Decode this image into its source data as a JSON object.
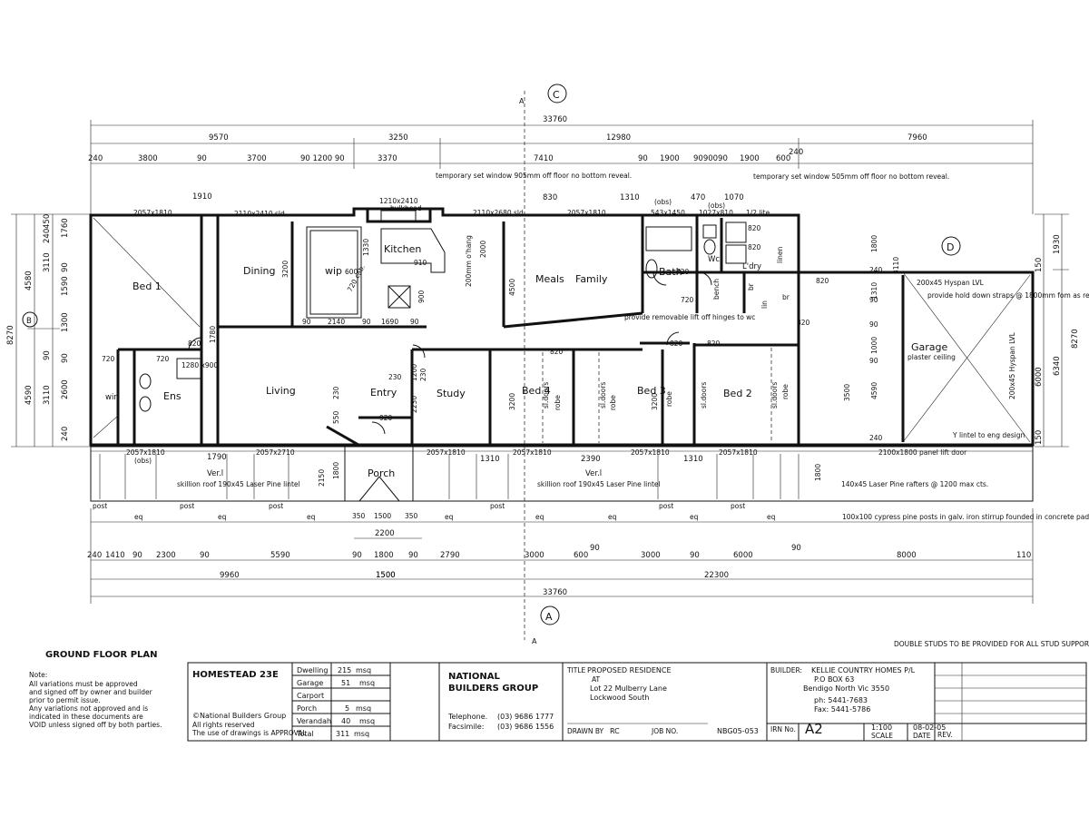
{
  "drawing_title": "GROUND FLOOR PLAN",
  "section_markers": {
    "c_top": "C",
    "a_bottom": "A",
    "a_letter_top": "A",
    "a_letter_bottom": "A",
    "d": "D",
    "b": "B"
  },
  "overall_dims": {
    "top_total": "33760",
    "top_row1": [
      "9570",
      "3250",
      "12980",
      "7960"
    ],
    "top_row2": [
      "240",
      "3800",
      "90",
      "3700",
      "90 1200 90",
      "3370",
      "7410",
      "90",
      "1900",
      "9090090",
      "1900",
      "600",
      "240"
    ],
    "bottom_row1": [
      "240",
      "1410",
      "90",
      "2300",
      "90",
      "5590",
      "90",
      "1800",
      "90",
      "2790",
      "3000",
      "600",
      "90",
      "3000",
      "90",
      "6000",
      "90",
      "8000",
      "110"
    ],
    "bottom_row2": [
      "9960",
      "1500",
      "22300"
    ],
    "bottom_total": "33760",
    "left_total": "8270",
    "left_parts": [
      "4580",
      "4590"
    ],
    "left_sub": [
      "1760",
      "3110",
      "1590",
      "1300",
      "2600",
      "3110"
    ],
    "left_small": [
      "450",
      "240",
      "90",
      "90",
      "90",
      "240"
    ],
    "right_total": "8270",
    "right_parts": [
      "1930",
      "6340"
    ],
    "right_sub": [
      "6000"
    ],
    "right_small": [
      "150",
      "150"
    ]
  },
  "rooms": {
    "bed1": "Bed 1",
    "dining": "Dining",
    "kitchen": "Kitchen",
    "wip": "wip",
    "meals": "Meals",
    "family": "Family",
    "bath": "Bath",
    "wc": "Wc",
    "ldry": "L'dry",
    "garage": "Garage",
    "garage_sub": "plaster ceiling",
    "living": "Living",
    "entry": "Entry",
    "study": "Study",
    "bed4": "Bed 4",
    "bed3": "Bed 3",
    "bed2": "Bed 2",
    "ens": "Ens",
    "wir": "wir",
    "porch": "Porch",
    "ver1": "Ver.l",
    "ver2": "Ver.l"
  },
  "window_labels": [
    "2057x1810",
    "1910",
    "2110x2410 sld.",
    "1210x2410",
    "2110x2680 sld.",
    "830",
    "2057x1810",
    "1310",
    "(obs)",
    "543x1450",
    "470",
    "1027x810",
    "1070",
    "(obs)",
    "1/2 lite",
    "2057x1810",
    "(obs)",
    "1790",
    "2057x2710",
    "2057x1810",
    "1310",
    "2057x1810",
    "2390",
    "2057x1810",
    "1310",
    "2057x1810",
    "2100x1800 panel lift door",
    "1280 x900"
  ],
  "interior_dims": [
    "1330",
    "600",
    "720 cab.",
    "910",
    "900",
    "2000",
    "200mm o'hang",
    "3200",
    "4500",
    "2140",
    "90",
    "1690",
    "90",
    "90",
    "1780",
    "720",
    "720",
    "820",
    "820",
    "820",
    "820",
    "720",
    "820",
    "820",
    "820",
    "720",
    "820",
    "230",
    "230",
    "1200",
    "230",
    "2230",
    "550",
    "920",
    "3200",
    "3200",
    "3500",
    "4590",
    "1310",
    "1000",
    "1800",
    "3110",
    "2150",
    "1800",
    "350",
    "1500",
    "350",
    "2200",
    "1800",
    "1500",
    "240",
    "90",
    "90",
    "90",
    "240"
  ],
  "fixtures": [
    "bulkhead",
    "bench",
    "linen",
    "sl.doors",
    "robe",
    "robe",
    "sl.doors",
    "sl.doors",
    "robe",
    "sl.doors",
    "robe",
    "lin",
    "br",
    "br"
  ],
  "annotations": {
    "temp_window_1": "temporary set window 905mm off floor no bottom reveal.",
    "temp_window_2": "temporary set window 505mm off floor no bottom reveal.",
    "removable": "provide removable lift off hinges to wc",
    "hyspan_top": "200x45 Hyspan LVL",
    "hold_down": "provide hold down straps @ 1800mm fom as required.",
    "hyspan_side": "200x45 Hyspan LVL",
    "lintel": "Y lintel to eng design",
    "skillion_1": "skillion roof 190x45 Laser Pine lintel",
    "skillion_2": "skillion roof 190x45 Laser Pine lintel",
    "rafters": "140x45 Laser Pine rafters @ 1200 max cts.",
    "posts": "100x100 cypress pine posts in galv. iron stirrup founded in concrete pad footing as per engineers design.",
    "studs": "DOUBLE STUDS TO BE PROVIDED FOR ALL STUD SUPPORTS UNLESS NOTED OTHERWISE.",
    "post_label": "post",
    "eq_label": "eq"
  },
  "notes": {
    "heading": "Note:",
    "lines": [
      "All variations must be approved",
      "and signed off by owner and builder",
      "prior to permit issue.",
      "Any variations not approved and is",
      "indicated in these documents are",
      "VOID unless signed off by both parties."
    ]
  },
  "title_block": {
    "design_name": "HOMESTEAD 23E",
    "copyright": "©National Builders Group",
    "rights": "All rights reserved",
    "rights2": "The use of drawings is APPROVAL",
    "areas": [
      {
        "label": "Dwelling",
        "value": "215",
        "unit": "msq"
      },
      {
        "label": "Garage",
        "value": "51",
        "unit": "msq"
      },
      {
        "label": "Carport",
        "value": "",
        "unit": ""
      },
      {
        "label": "Porch",
        "value": "5",
        "unit": "msq"
      },
      {
        "label": "Verandah",
        "value": "40",
        "unit": "msq"
      },
      {
        "label": "Total",
        "value": "311",
        "unit": "msq"
      }
    ],
    "company": "NATIONAL",
    "company2": "BUILDERS GROUP",
    "telephone_label": "Telephone.",
    "telephone": "(03) 9686 1777",
    "facsimile_label": "Facsimile:",
    "facsimile": "(03) 9686 1556",
    "title_label": "TITLE",
    "title": "PROPOSED RESIDENCE",
    "at": "AT",
    "address1": "Lot 22 Mulberry Lane",
    "address2": "Lockwood South",
    "drawn_by_label": "DRAWN BY",
    "drawn_by": "RC",
    "job_no_label": "JOB NO.",
    "drawing_no": "NBG05-053",
    "builder_label": "BUILDER:",
    "builder_name": "KELLIE COUNTRY HOMES P/L",
    "builder_box": "P.O BOX 63",
    "builder_town": "Bendigo North Vic 3550",
    "builder_ph": "ph: 5441-7683",
    "builder_fax": "Fax: 5441-5786",
    "sheet_label": "IRN No.",
    "sheet": "A2",
    "scale": "1:100",
    "scale_label": "SCALE",
    "date": "08-02-05",
    "date_label": "DATE",
    "rev_label": "REV."
  }
}
